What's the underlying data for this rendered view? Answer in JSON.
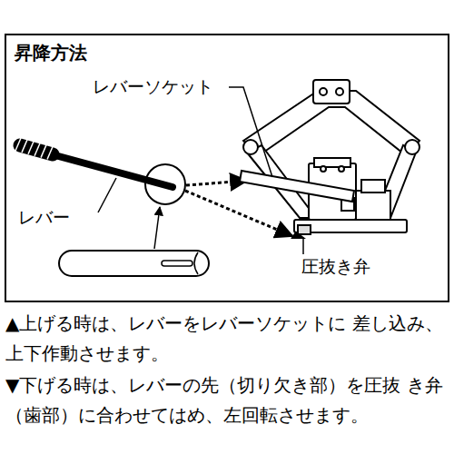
{
  "diagram": {
    "title": "昇降方法",
    "labels": [
      "レバーソケット",
      "レバー",
      "圧抜き弁",
      "▲上げる時は、レバーをレバーソケットに 差し込み、上下作動させます。",
      "▼下げる時は、レバーの先（切り欠き部）を圧抜 き弁（歯部）に合わせてはめ、左回転させます。"
    ]
  }
}
